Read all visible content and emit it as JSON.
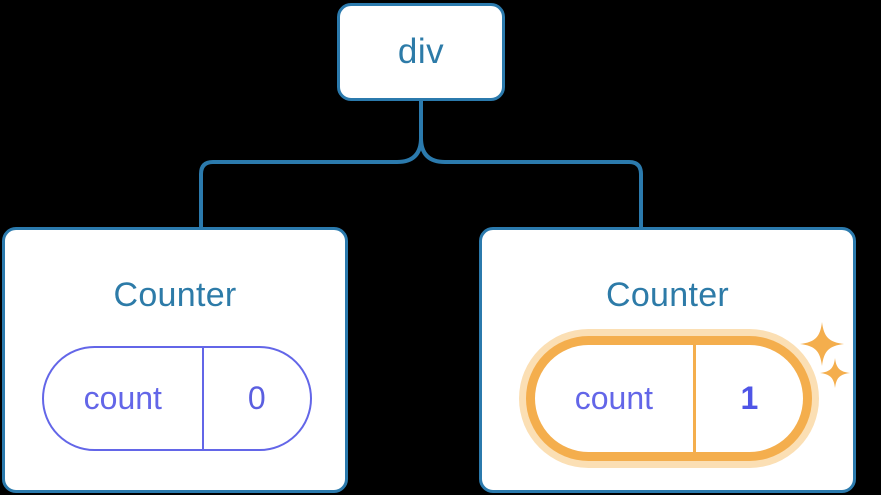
{
  "diagram": {
    "type": "component-tree",
    "background_color": "#000000",
    "node_border_color": "#2b7aad",
    "node_text_color": "#2d7ba8",
    "state_color": "#6366e8",
    "highlight_color": "#f4ae4d",
    "highlight_glow_color": "#fbdfb4",
    "root": {
      "label": "div"
    },
    "children": [
      {
        "title": "Counter",
        "state": {
          "key": "count",
          "value": "0"
        },
        "highlighted": false,
        "sparkles": 0
      },
      {
        "title": "Counter",
        "state": {
          "key": "count",
          "value": "1"
        },
        "highlighted": true,
        "sparkles": 2
      }
    ],
    "icons": {
      "sparkle_big": "sparkle-icon",
      "sparkle_small": "sparkle-icon"
    }
  }
}
